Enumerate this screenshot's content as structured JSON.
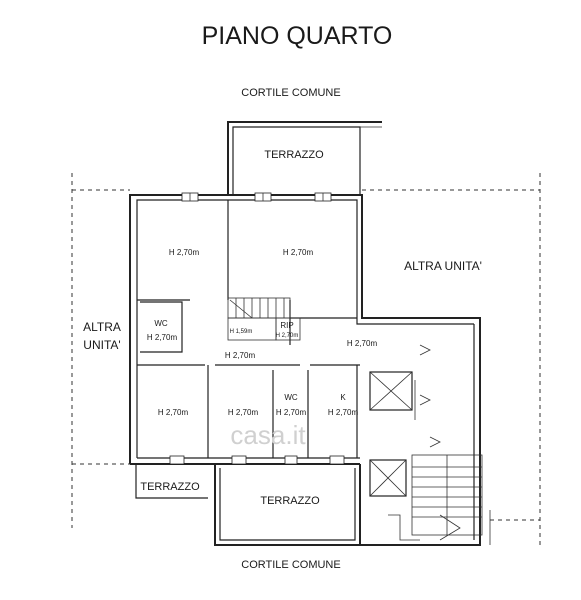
{
  "plan": {
    "title": "PIANO QUARTO",
    "courtyard_top": "CORTILE COMUNE",
    "courtyard_bottom": "CORTILE COMUNE",
    "terrace_top": "TERRAZZO",
    "terrace_bottom_left": "TERRAZZO",
    "terrace_bottom_center": "TERRAZZO",
    "other_unit_right": "ALTRA UNITA'",
    "other_unit_left_line1": "ALTRA",
    "other_unit_left_line2": "UNITA'",
    "watermark": "casa.it"
  },
  "rooms": {
    "bedroom_top_left": "H 2,70m",
    "living_top": "H 2,70m",
    "wc_left_name": "WC",
    "wc_left_height": "H 2,70m",
    "stair_note": "H 1,59m",
    "rip_name": "RIP",
    "rip_height": "H 2,70m",
    "corridor": "H 2,70m",
    "hall_right": "H 2,70m",
    "bedroom_bottom_left": "H 2,70m",
    "bedroom_bottom_mid": "H 2,70m",
    "wc_mid_name": "WC",
    "wc_mid_height": "H 2,70m",
    "kitchen_name": "K",
    "kitchen_height": "H 2,70m"
  }
}
